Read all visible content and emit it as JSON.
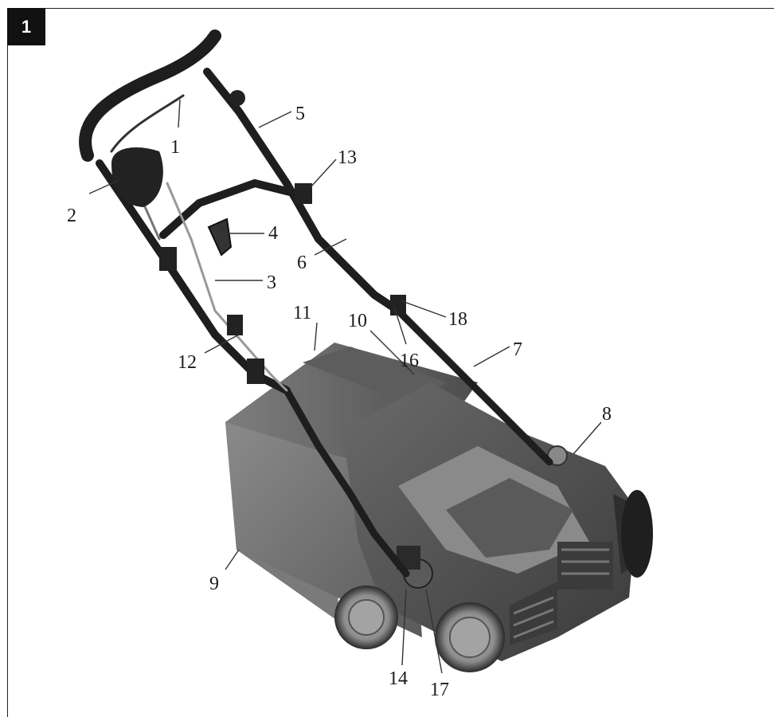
{
  "figure": {
    "badge": "1",
    "callouts": [
      "1",
      "2",
      "3",
      "4",
      "5",
      "6",
      "7",
      "8",
      "9",
      "10",
      "11",
      "12",
      "13",
      "14",
      "16",
      "17",
      "18"
    ]
  },
  "colors": {
    "body_dark": "#4a4a4a",
    "body_mid": "#6e6e6e",
    "body_light": "#9a9a9a",
    "handle": "#1e1e1e",
    "badge": "#111111"
  }
}
